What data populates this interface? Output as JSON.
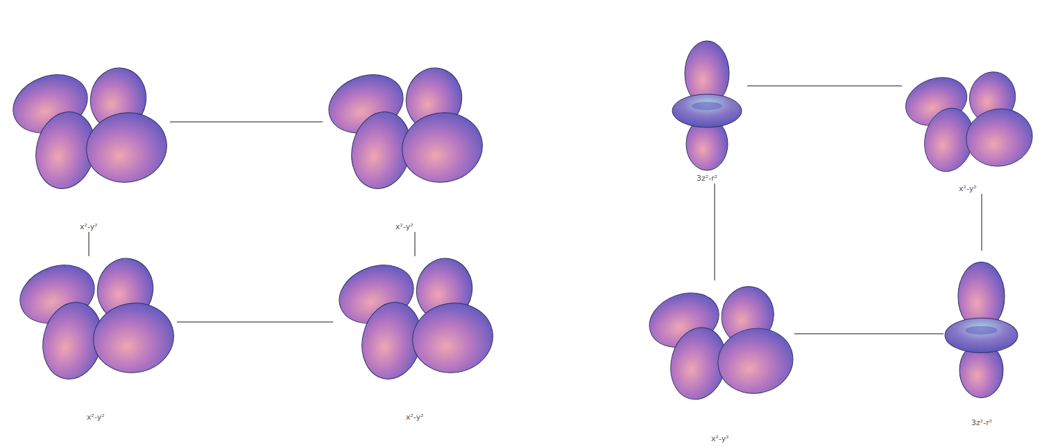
{
  "diagram": {
    "nodes": [
      {
        "text": [
          "x²-y²"
        ]
      },
      {
        "text": [
          "x²-y²"
        ]
      },
      {
        "text": [
          "x²-y²"
        ]
      },
      {
        "text": [
          "x²-y²"
        ]
      },
      {
        "text": [
          "3z²-r²"
        ]
      },
      {
        "text": [
          "x²-y²"
        ]
      },
      {
        "text": [
          "x²-y²"
        ]
      },
      {
        "text": [
          "3z²-r²"
        ]
      }
    ],
    "edges": [
      {
        "from": 0,
        "to": 1,
        "arrow": "none"
      },
      {
        "from": 0,
        "to": 2,
        "arrow": "none"
      },
      {
        "from": 1,
        "to": 3,
        "arrow": "none"
      },
      {
        "from": 2,
        "to": 3,
        "arrow": "none"
      },
      {
        "from": 4,
        "to": 5,
        "arrow": "none"
      },
      {
        "from": 4,
        "to": 6,
        "arrow": "none"
      },
      {
        "from": 5,
        "to": 7,
        "arrow": "none"
      },
      {
        "from": 6,
        "to": 7,
        "arrow": "none"
      }
    ]
  }
}
